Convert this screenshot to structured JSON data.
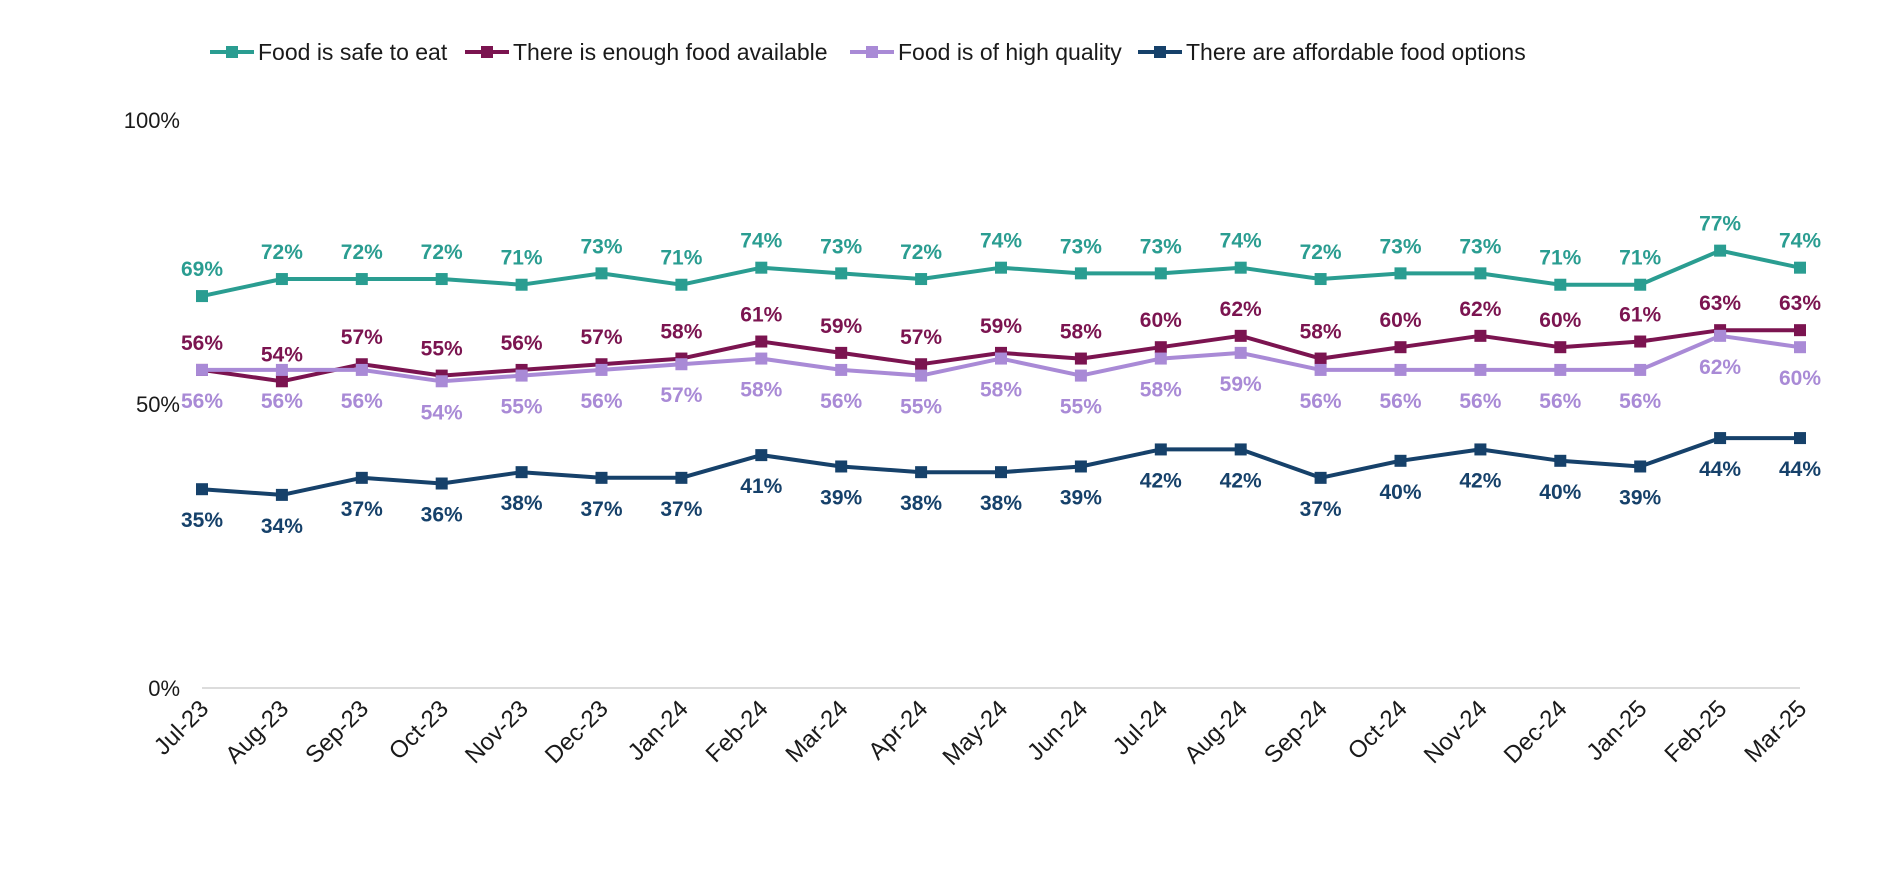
{
  "chart_data": {
    "type": "line",
    "categories": [
      "Jul-23",
      "Aug-23",
      "Sep-23",
      "Oct-23",
      "Nov-23",
      "Dec-23",
      "Jan-24",
      "Feb-24",
      "Mar-24",
      "Apr-24",
      "May-24",
      "Jun-24",
      "Jul-24",
      "Aug-24",
      "Sep-24",
      "Oct-24",
      "Nov-24",
      "Dec-24",
      "Jan-25",
      "Feb-25",
      "Mar-25"
    ],
    "ylim": [
      0,
      100
    ],
    "yticks": [
      0,
      50,
      100
    ],
    "ytick_labels": [
      "0%",
      "50%",
      "100%"
    ],
    "value_suffix": "%",
    "grid": false,
    "legend_position": "top",
    "series": [
      {
        "name": "Food is safe to eat",
        "color": "#2a9d91",
        "label_pos": "above",
        "values": [
          69,
          72,
          72,
          72,
          71,
          73,
          71,
          74,
          73,
          72,
          74,
          73,
          73,
          74,
          72,
          73,
          73,
          71,
          71,
          77,
          74
        ]
      },
      {
        "name": "There is enough food available",
        "color": "#7b1450",
        "label_pos": "above",
        "values": [
          56,
          54,
          57,
          55,
          56,
          57,
          58,
          61,
          59,
          57,
          59,
          58,
          60,
          62,
          58,
          60,
          62,
          60,
          61,
          63,
          63
        ]
      },
      {
        "name": "Food is of high quality",
        "color": "#a98ad6",
        "label_pos": "below",
        "values": [
          56,
          56,
          56,
          54,
          55,
          56,
          57,
          58,
          56,
          55,
          58,
          55,
          58,
          59,
          56,
          56,
          56,
          56,
          56,
          62,
          60
        ]
      },
      {
        "name": "There are affordable food options",
        "color": "#16416a",
        "label_pos": "below",
        "values": [
          35,
          34,
          37,
          36,
          38,
          37,
          37,
          41,
          39,
          38,
          38,
          39,
          42,
          42,
          37,
          40,
          42,
          40,
          39,
          44,
          44
        ]
      }
    ]
  }
}
